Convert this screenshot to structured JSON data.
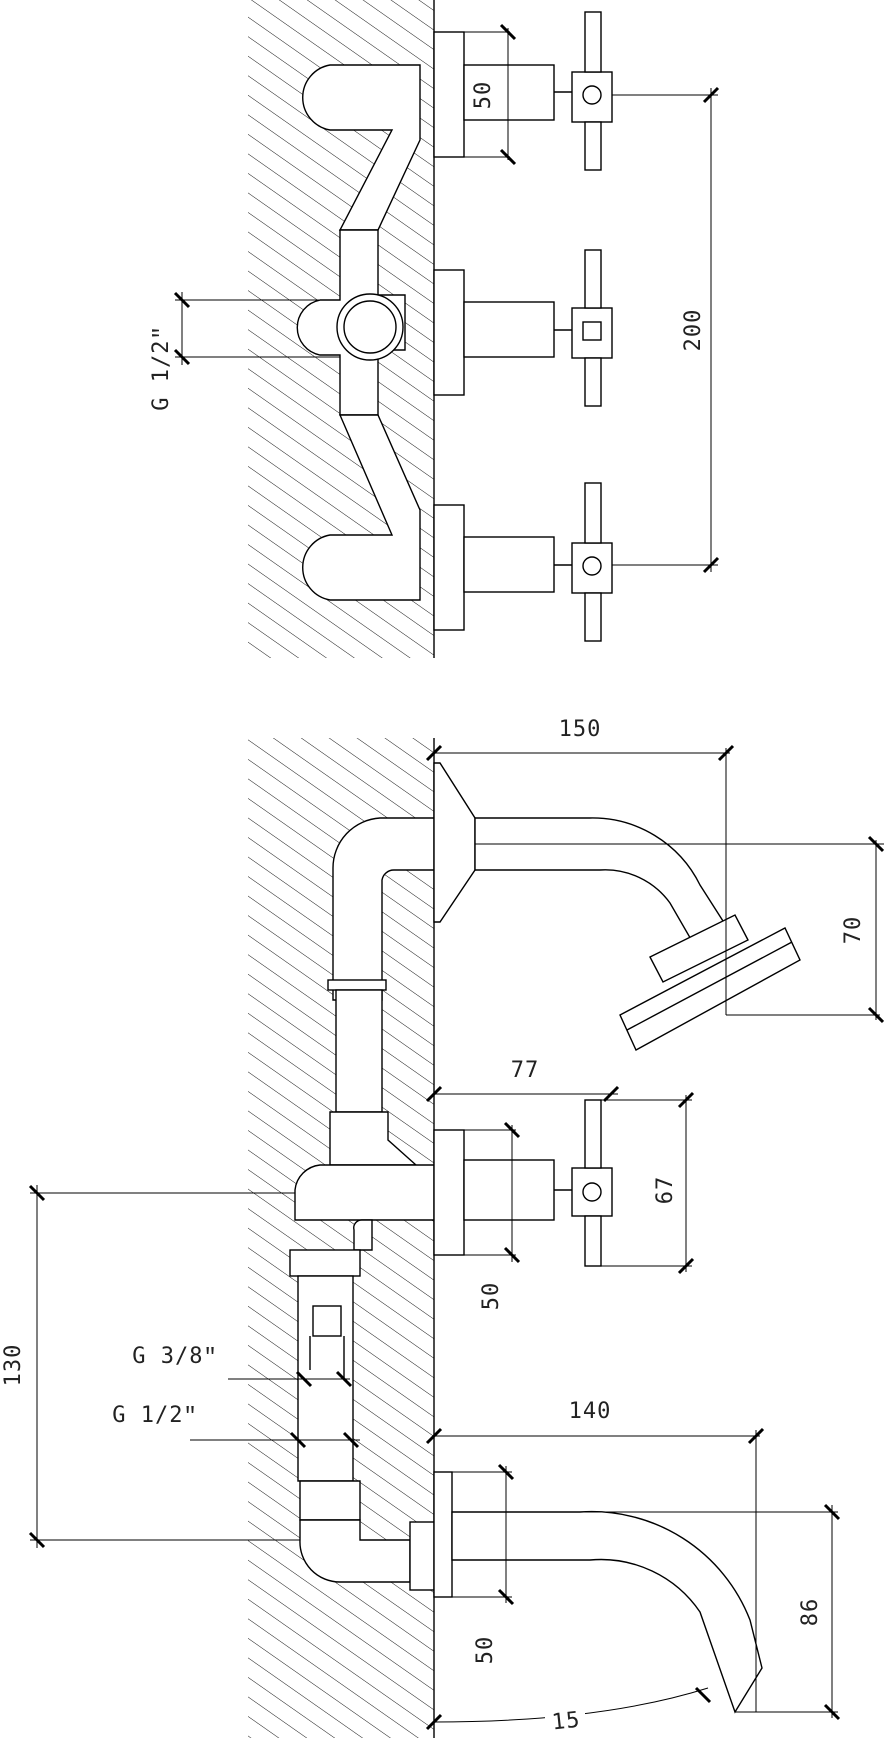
{
  "dimensions": {
    "top_valve_spacing": "50",
    "top_center_spacing": "200",
    "top_thread": "G 1/2ʺ",
    "shower_projection": "150",
    "shower_drop": "70",
    "mid_projection": "77",
    "mid_handle_size": "67",
    "mid_valve_spacing": "50",
    "inlet_height": "130",
    "thread_3_8": "G 3/8ʺ",
    "thread_1_2": "G 1/2ʺ",
    "spout_projection": "140",
    "spout_drop": "86",
    "spout_plate": "50",
    "spout_angle": "15"
  }
}
